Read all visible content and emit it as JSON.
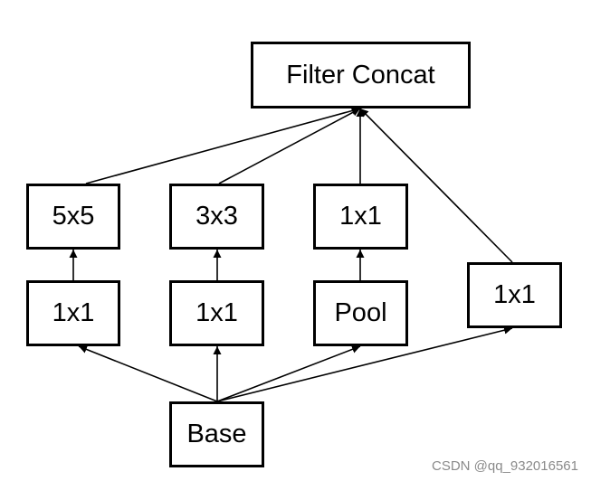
{
  "diagram": {
    "nodes": {
      "filter_concat": "Filter Concat",
      "conv5x5": "5x5",
      "conv3x3": "3x3",
      "conv1x1_top": "1x1",
      "conv1x1_a": "1x1",
      "conv1x1_b": "1x1",
      "pool": "Pool",
      "conv1x1_right": "1x1",
      "base": "Base"
    },
    "edges": [
      [
        "base",
        "conv1x1_a"
      ],
      [
        "base",
        "conv1x1_b"
      ],
      [
        "base",
        "pool"
      ],
      [
        "base",
        "conv1x1_right"
      ],
      [
        "conv1x1_a",
        "conv5x5"
      ],
      [
        "conv1x1_b",
        "conv3x3"
      ],
      [
        "pool",
        "conv1x1_top"
      ],
      [
        "conv5x5",
        "filter_concat"
      ],
      [
        "conv3x3",
        "filter_concat"
      ],
      [
        "conv1x1_top",
        "filter_concat"
      ],
      [
        "conv1x1_right",
        "filter_concat"
      ]
    ]
  },
  "watermark": "CSDN @qq_932016561",
  "colors": {
    "stroke": "#000000",
    "background": "#ffffff",
    "watermark": "#8a8a8a"
  }
}
